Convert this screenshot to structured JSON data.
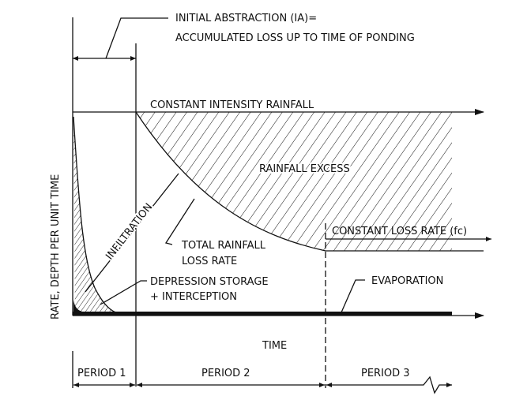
{
  "ia_label": {
    "line1": "INITIAL ABSTRACTION (IA)=",
    "line2": "ACCUMULATED LOSS UP TO TIME OF PONDING"
  },
  "y_axis_label": "RATE, DEPTH PER UNIT TIME",
  "x_axis_label": "TIME",
  "labels": {
    "rainfall": "CONSTANT INTENSITY RAINFALL",
    "excess": "RAINFALL EXCESS",
    "infiltration": "INFILTRATION",
    "total_loss_1": "TOTAL RAINFALL",
    "total_loss_2": "LOSS RATE",
    "constant_loss": "CONSTANT LOSS RATE (fc)",
    "depression_1": "DEPRESSION STORAGE",
    "depression_2": "+ INTERCEPTION",
    "evaporation": "EVAPORATION"
  },
  "periods": [
    "PERIOD 1",
    "PERIOD 2",
    "PERIOD 3"
  ],
  "colors": {
    "ink": "#111111",
    "background": "#ffffff"
  }
}
